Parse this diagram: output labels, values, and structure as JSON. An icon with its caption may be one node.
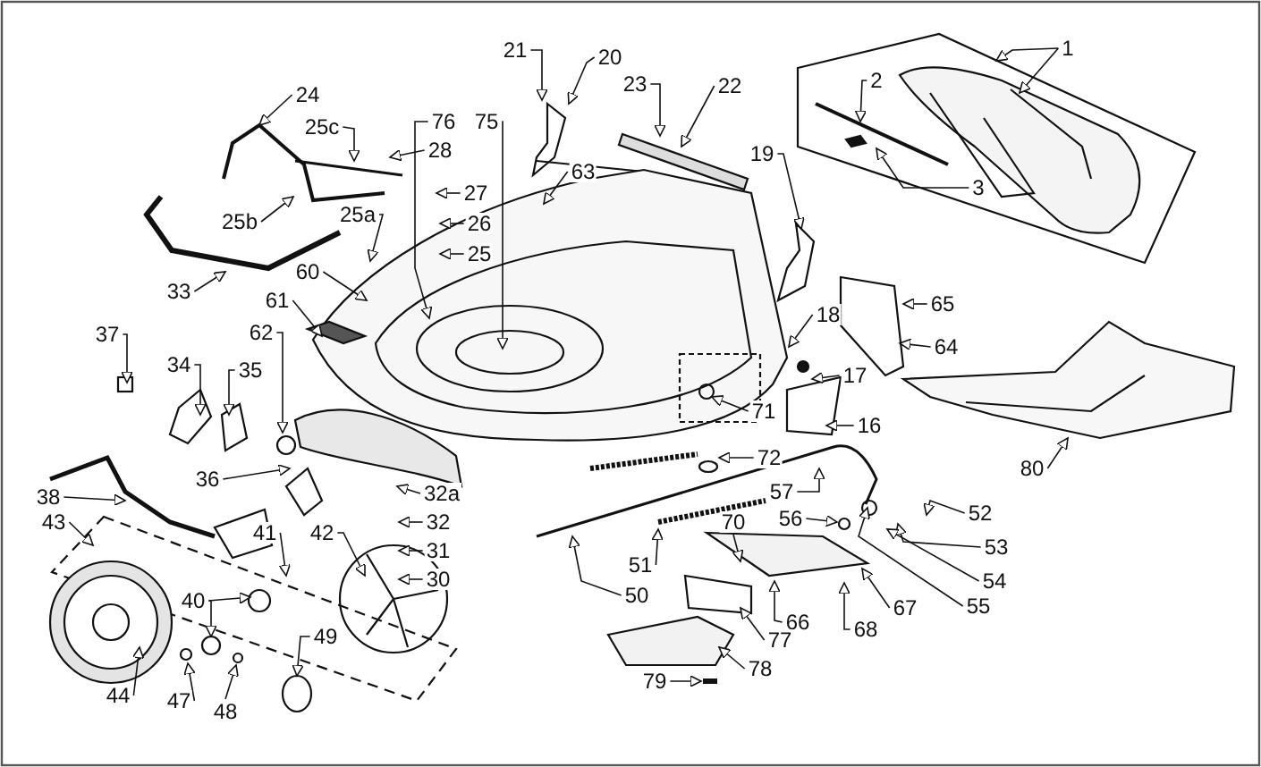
{
  "diagram": {
    "nodes": [
      {
        "text": [
          "1"
        ]
      },
      {
        "text": [
          "2"
        ]
      },
      {
        "text": [
          "20"
        ]
      },
      {
        "text": [
          "21"
        ]
      },
      {
        "text": [
          "22"
        ]
      },
      {
        "text": [
          "23"
        ]
      },
      {
        "text": [
          "24"
        ]
      },
      {
        "text": [
          "25c"
        ]
      },
      {
        "text": [
          "76"
        ]
      },
      {
        "text": [
          "75"
        ]
      },
      {
        "text": [
          "63"
        ]
      },
      {
        "text": [
          "19"
        ]
      },
      {
        "text": [
          "28"
        ]
      },
      {
        "text": [
          "3"
        ]
      },
      {
        "text": [
          "25b"
        ]
      },
      {
        "text": [
          "25a"
        ]
      },
      {
        "text": [
          "27"
        ]
      },
      {
        "text": [
          "26"
        ]
      },
      {
        "text": [
          "25"
        ]
      },
      {
        "text": [
          "65"
        ]
      },
      {
        "text": [
          "60"
        ]
      },
      {
        "text": [
          "33"
        ]
      },
      {
        "text": [
          "64"
        ]
      },
      {
        "text": [
          "61"
        ]
      },
      {
        "text": [
          "62"
        ]
      },
      {
        "text": [
          "18"
        ]
      },
      {
        "text": [
          "37"
        ]
      },
      {
        "text": [
          "17"
        ]
      },
      {
        "text": [
          "34"
        ]
      },
      {
        "text": [
          "35"
        ]
      },
      {
        "text": [
          "16"
        ]
      },
      {
        "text": [
          "71"
        ]
      },
      {
        "text": [
          "72"
        ]
      },
      {
        "text": [
          "80"
        ]
      },
      {
        "text": [
          "36"
        ]
      },
      {
        "text": [
          "52"
        ]
      },
      {
        "text": [
          "57"
        ]
      },
      {
        "text": [
          "38"
        ]
      },
      {
        "text": [
          "32a"
        ]
      },
      {
        "text": [
          "56"
        ]
      },
      {
        "text": [
          "43"
        ]
      },
      {
        "text": [
          "70"
        ]
      },
      {
        "text": [
          "32"
        ]
      },
      {
        "text": [
          "41"
        ]
      },
      {
        "text": [
          "42"
        ]
      },
      {
        "text": [
          "31"
        ]
      },
      {
        "text": [
          "53"
        ]
      },
      {
        "text": [
          "30"
        ]
      },
      {
        "text": [
          "51"
        ]
      },
      {
        "text": [
          "54"
        ]
      },
      {
        "text": [
          "50"
        ]
      },
      {
        "text": [
          "40"
        ]
      },
      {
        "text": [
          "67"
        ]
      },
      {
        "text": [
          "55"
        ]
      },
      {
        "text": [
          "66"
        ]
      },
      {
        "text": [
          "68"
        ]
      },
      {
        "text": [
          "49"
        ]
      },
      {
        "text": [
          "77"
        ]
      },
      {
        "text": [
          "78"
        ]
      },
      {
        "text": [
          "79"
        ]
      },
      {
        "text": [
          "44"
        ]
      },
      {
        "text": [
          "47"
        ]
      },
      {
        "text": [
          "48"
        ]
      }
    ],
    "edges": [
      {
        "from": 0,
        "to": null,
        "arrow": "to"
      },
      {
        "from": 0,
        "to": null,
        "arrow": "to"
      },
      {
        "from": 1,
        "to": null,
        "arrow": "to"
      },
      {
        "from": 2,
        "to": null,
        "arrow": "to"
      },
      {
        "from": 3,
        "to": null,
        "arrow": "to"
      },
      {
        "from": 4,
        "to": null,
        "arrow": "to"
      },
      {
        "from": 5,
        "to": null,
        "arrow": "to"
      },
      {
        "from": 6,
        "to": null,
        "arrow": "to"
      },
      {
        "from": 7,
        "to": null,
        "arrow": "to"
      },
      {
        "from": 8,
        "to": null,
        "arrow": "to"
      },
      {
        "from": 9,
        "to": null,
        "arrow": "to"
      },
      {
        "from": 10,
        "to": null,
        "arrow": "to"
      },
      {
        "from": 11,
        "to": null,
        "arrow": "to"
      },
      {
        "from": 12,
        "to": null,
        "arrow": "to"
      },
      {
        "from": 13,
        "to": null,
        "arrow": "to"
      },
      {
        "from": 14,
        "to": null,
        "arrow": "to"
      },
      {
        "from": 15,
        "to": null,
        "arrow": "to"
      },
      {
        "from": 16,
        "to": null,
        "arrow": "to"
      },
      {
        "from": 17,
        "to": null,
        "arrow": "to"
      },
      {
        "from": 18,
        "to": null,
        "arrow": "to"
      },
      {
        "from": 19,
        "to": null,
        "arrow": "to"
      },
      {
        "from": 20,
        "to": null,
        "arrow": "to"
      },
      {
        "from": 21,
        "to": null,
        "arrow": "to"
      },
      {
        "from": 22,
        "to": null,
        "arrow": "to"
      },
      {
        "from": 23,
        "to": null,
        "arrow": "to"
      },
      {
        "from": 24,
        "to": null,
        "arrow": "to"
      },
      {
        "from": 25,
        "to": null,
        "arrow": "to"
      },
      {
        "from": 26,
        "to": null,
        "arrow": "to"
      },
      {
        "from": 27,
        "to": null,
        "arrow": "to"
      },
      {
        "from": 28,
        "to": null,
        "arrow": "to"
      },
      {
        "from": 29,
        "to": null,
        "arrow": "to"
      },
      {
        "from": 30,
        "to": null,
        "arrow": "to"
      },
      {
        "from": 31,
        "to": null,
        "arrow": "to"
      },
      {
        "from": 32,
        "to": null,
        "arrow": "to"
      },
      {
        "from": 33,
        "to": null,
        "arrow": "to"
      },
      {
        "from": 34,
        "to": null,
        "arrow": "to"
      },
      {
        "from": 35,
        "to": null,
        "arrow": "to"
      },
      {
        "from": 36,
        "to": null,
        "arrow": "to"
      },
      {
        "from": 37,
        "to": null,
        "arrow": "to"
      },
      {
        "from": 38,
        "to": null,
        "arrow": "to"
      },
      {
        "from": 39,
        "to": null,
        "arrow": "to"
      },
      {
        "from": 40,
        "to": null,
        "arrow": "to"
      },
      {
        "from": 41,
        "to": null,
        "arrow": "to"
      },
      {
        "from": 42,
        "to": null,
        "arrow": "to"
      },
      {
        "from": 43,
        "to": null,
        "arrow": "to"
      },
      {
        "from": 44,
        "to": null,
        "arrow": "to"
      },
      {
        "from": 45,
        "to": null,
        "arrow": "to"
      },
      {
        "from": 46,
        "to": null,
        "arrow": "to"
      },
      {
        "from": 47,
        "to": null,
        "arrow": "to"
      },
      {
        "from": 48,
        "to": null,
        "arrow": "to"
      },
      {
        "from": 49,
        "to": null,
        "arrow": "to"
      },
      {
        "from": 50,
        "to": null,
        "arrow": "to"
      },
      {
        "from": 51,
        "to": null,
        "arrow": "to"
      },
      {
        "from": 51,
        "to": null,
        "arrow": "to"
      },
      {
        "from": 52,
        "to": null,
        "arrow": "to"
      },
      {
        "from": 53,
        "to": null,
        "arrow": "to"
      },
      {
        "from": 54,
        "to": null,
        "arrow": "to"
      },
      {
        "from": 55,
        "to": null,
        "arrow": "to"
      },
      {
        "from": 56,
        "to": null,
        "arrow": "to"
      },
      {
        "from": 57,
        "to": null,
        "arrow": "to"
      },
      {
        "from": 58,
        "to": null,
        "arrow": "to"
      },
      {
        "from": 59,
        "to": null,
        "arrow": "to"
      },
      {
        "from": 60,
        "to": null,
        "arrow": "to"
      },
      {
        "from": 61,
        "to": null,
        "arrow": "to"
      },
      {
        "from": 62,
        "to": null,
        "arrow": "to"
      }
    ]
  }
}
